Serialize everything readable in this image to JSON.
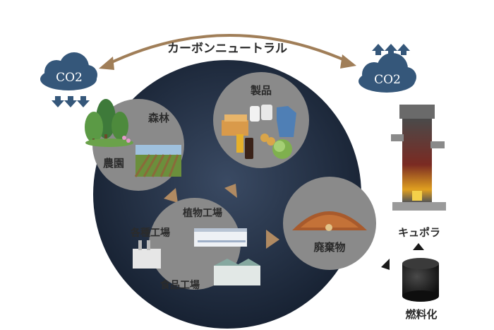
{
  "carbon_neutral": "カーボンニュートラル",
  "co2_left": "CO2",
  "co2_right": "CO2",
  "nodes": {
    "forest": "森林",
    "farm": "農園",
    "products": "製品",
    "plant_factory": "植物工場",
    "various_factory": "各種工場",
    "food_factory": "食品工場",
    "waste": "廃棄物",
    "cupola": "キュポラ",
    "fuelize": "燃料化"
  },
  "colors": {
    "dark_circle": "#1c2a3e",
    "node_circle": "#8a8a8a",
    "cloud": "#35577a",
    "arc_arrow": "#a07e58",
    "flow_triangle": "#b08a62"
  },
  "icons": {
    "co2_down_arrows": "down-arrow-icon",
    "co2_up_arrows": "up-arrow-icon",
    "forest": "tree-icon",
    "farm": "field-icon",
    "products": "goods-icon",
    "factory": "factory-icon",
    "waste": "woodchip-pile-icon",
    "cupola": "furnace-icon",
    "fuel": "briquette-icon"
  }
}
